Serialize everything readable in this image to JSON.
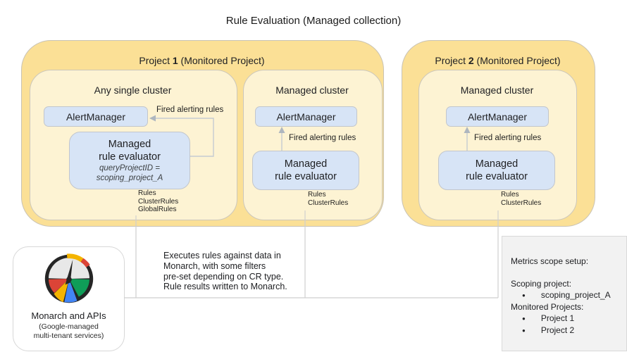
{
  "page_title": "Rule Evaluation (Managed collection)",
  "projects": [
    {
      "prefix": "Project ",
      "number": "1",
      "suffix": " (Monitored Project)"
    },
    {
      "prefix": "Project ",
      "number": "2",
      "suffix": " (Monitored Project)"
    }
  ],
  "clusters": [
    {
      "title": "Any single cluster",
      "alertmanager": "AlertManager",
      "fired_label": "Fired alerting rules",
      "evaluator": {
        "line1": "Managed",
        "line2": "rule evaluator",
        "note1": "queryProjectID =",
        "note2": "scoping_project_A"
      },
      "rules": [
        "Rules",
        "ClusterRules",
        "GlobalRules"
      ]
    },
    {
      "title": "Managed cluster",
      "alertmanager": "AlertManager",
      "fired_label": "Fired alerting rules",
      "evaluator": {
        "line1": "Managed",
        "line2": "rule evaluator"
      },
      "rules": [
        "Rules",
        "ClusterRules"
      ]
    },
    {
      "title": "Managed cluster",
      "alertmanager": "AlertManager",
      "fired_label": "Fired alerting rules",
      "evaluator": {
        "line1": "Managed",
        "line2": "rule evaluator"
      },
      "rules": [
        "Rules",
        "ClusterRules"
      ]
    }
  ],
  "monarch": {
    "title": "Monarch and APIs",
    "subtitle_line1": "(Google-managed",
    "subtitle_line2": "multi-tenant services)",
    "logo_icon": "monarch-gauge-icon"
  },
  "note": {
    "line1": "Executes rules against data in",
    "line2": "Monarch, with some filters",
    "line3": "pre-set depending on CR type.",
    "line4": "Rule results written to Monarch."
  },
  "metrics_scope": {
    "title": "Metrics scope setup:",
    "scoping_label": "Scoping project:",
    "scoping_items": [
      "scoping_project_A"
    ],
    "monitored_label": "Monitored Projects:",
    "monitored_items": [
      "Project 1",
      "Project 2"
    ]
  },
  "colors": {
    "project_fill": "#FBE096",
    "cluster_fill": "#FDF3D3",
    "component_fill": "#D7E4F6",
    "connector": "#C9CCCF",
    "metrics_fill": "#F2F2F2",
    "logo_red": "#DB4437",
    "logo_yellow": "#F4B400",
    "logo_blue": "#4285F4",
    "logo_green": "#0F9D58",
    "logo_gray": "#E8E8E8",
    "logo_ring": "#262626"
  }
}
